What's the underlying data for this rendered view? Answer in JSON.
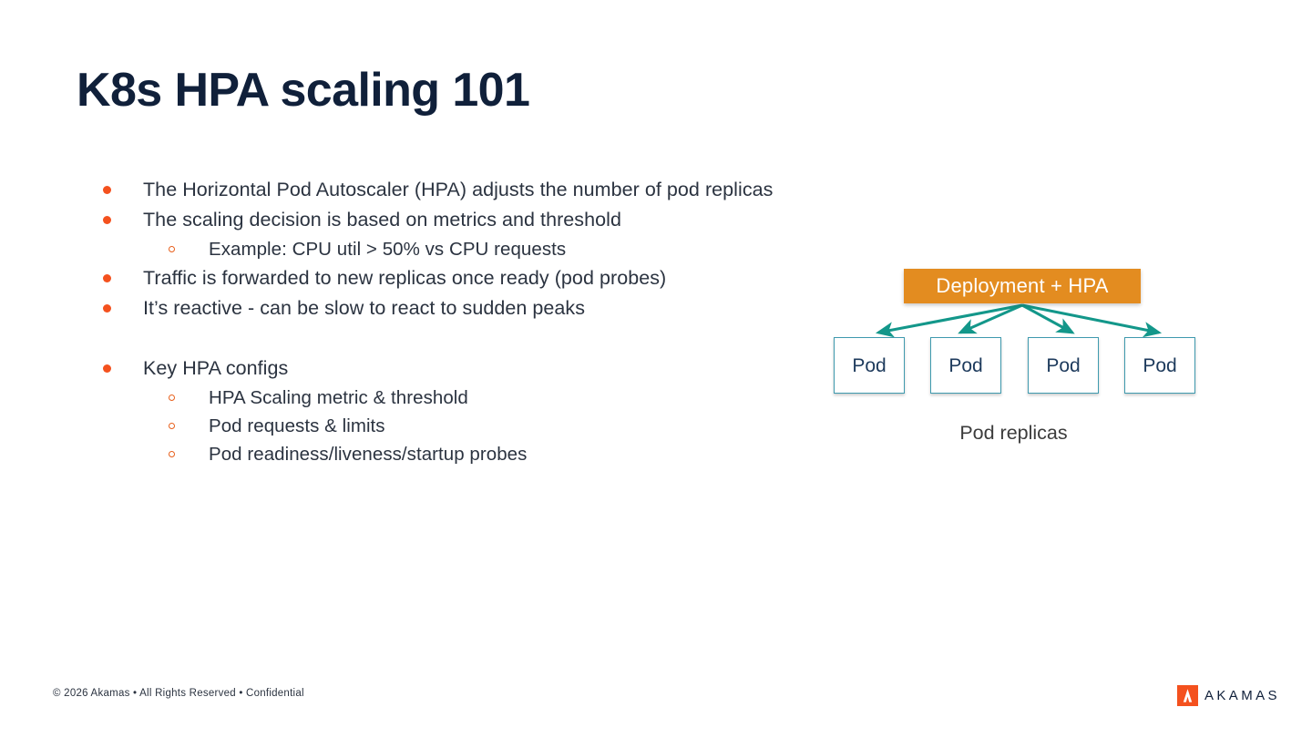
{
  "slide": {
    "title": "K8s HPA scaling 101",
    "background_color": "#ffffff",
    "title_color": "#10203a",
    "body_text_color": "#2b3340",
    "accent_orange": "#f4511e"
  },
  "body": {
    "bullets": [
      {
        "level": 1,
        "marker": "filled-dot",
        "text": "The Horizontal Pod Autoscaler (HPA) adjusts the number of pod replicas"
      },
      {
        "level": 1,
        "marker": "filled-dot",
        "text": "The scaling decision is based on metrics and threshold"
      },
      {
        "level": 2,
        "marker": "hollow-circle",
        "text": "Example: CPU util > 50% vs CPU requests"
      },
      {
        "level": 1,
        "marker": "filled-dot",
        "text": "Traffic is forwarded to new replicas once ready (pod probes)"
      },
      {
        "level": 1,
        "marker": "filled-dot",
        "text": "It’s reactive - can be slow to react to sudden peaks"
      },
      {
        "level": 0,
        "marker": "none",
        "text": ""
      },
      {
        "level": 1,
        "marker": "filled-dot",
        "text": "Key HPA configs"
      },
      {
        "level": 2,
        "marker": "hollow-circle",
        "text": "HPA Scaling metric & threshold"
      },
      {
        "level": 2,
        "marker": "hollow-circle",
        "text": "Pod requests & limits"
      },
      {
        "level": 2,
        "marker": "hollow-circle",
        "text": "Pod readiness/liveness/startup probes"
      }
    ]
  },
  "diagram": {
    "deployment_label": "Deployment + HPA",
    "deployment_color": "#e38c20",
    "deployment_text_color": "#ffffff",
    "arrow_color": "#13978a",
    "pod_border_color": "#3f9aae",
    "pod_text_color": "#1d3a5c",
    "pods": [
      {
        "label": "Pod"
      },
      {
        "label": "Pod"
      },
      {
        "label": "Pod"
      },
      {
        "label": "Pod"
      }
    ],
    "caption": "Pod replicas"
  },
  "footer": {
    "copyright": "© 2026 Akamas • All Rights Reserved  • Confidential",
    "logo_word": "AKAMAS",
    "logo_mark_color": "#f4511e"
  }
}
